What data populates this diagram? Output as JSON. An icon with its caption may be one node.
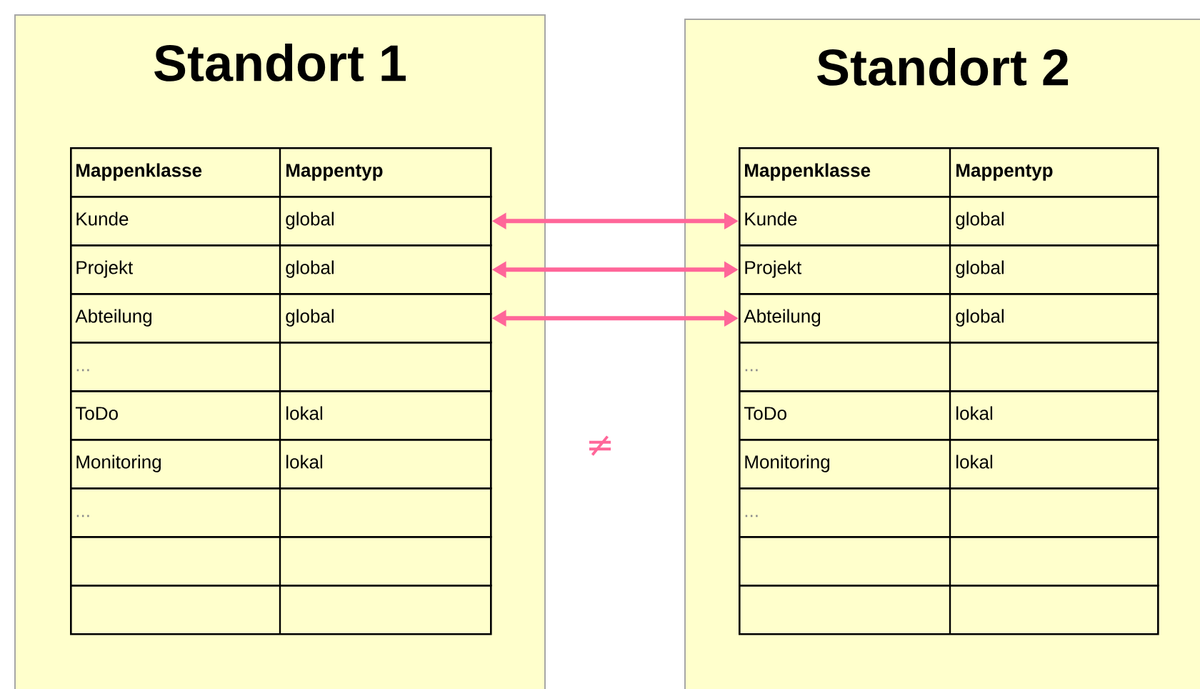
{
  "diagram": {
    "nodes": [
      {
        "text": [
          "Standort 1"
        ]
      },
      {
        "text": [
          "Mappenklasse",
          "Mappentyp"
        ],
        "in": 0
      },
      {
        "text": [
          "Kunde",
          "global"
        ],
        "in": 0
      },
      {
        "text": [
          "Projekt",
          "global"
        ],
        "in": 0
      },
      {
        "text": [
          "Abteilung",
          "global"
        ],
        "in": 0
      },
      {
        "text": [
          "..."
        ],
        "in": 0
      },
      {
        "text": [
          "ToDo",
          "lokal"
        ],
        "in": 0
      },
      {
        "text": [
          "Monitoring",
          "lokal"
        ],
        "in": 0
      },
      {
        "text": [
          "..."
        ],
        "in": 0
      },
      {
        "text": [],
        "shape": "box",
        "in": 0
      },
      {
        "text": [],
        "shape": "box",
        "in": 0
      },
      {
        "text": [
          "Standort 2"
        ]
      },
      {
        "text": [
          "Mappenklasse",
          "Mappentyp"
        ],
        "in": 11
      },
      {
        "text": [
          "Kunde",
          "global"
        ],
        "in": 11
      },
      {
        "text": [
          "Projekt",
          "global"
        ],
        "in": 11
      },
      {
        "text": [
          "Abteilung",
          "global"
        ],
        "in": 11
      },
      {
        "text": [
          "..."
        ],
        "in": 11
      },
      {
        "text": [
          "ToDo",
          "lokal"
        ],
        "in": 11
      },
      {
        "text": [
          "Monitoring",
          "lokal"
        ],
        "in": 11
      },
      {
        "text": [
          "..."
        ],
        "in": 11
      },
      {
        "text": [],
        "shape": "box",
        "in": 11
      },
      {
        "text": [],
        "shape": "box",
        "in": 11
      }
    ],
    "edges": [
      {
        "from": 2,
        "to": 13,
        "arrow": "both",
        "color": "#ff6699"
      },
      {
        "from": 3,
        "to": 14,
        "arrow": "both",
        "color": "#ff6699"
      },
      {
        "from": 4,
        "to": 15,
        "arrow": "both",
        "color": "#ff6699"
      }
    ],
    "labels": [
      "≠"
    ]
  }
}
